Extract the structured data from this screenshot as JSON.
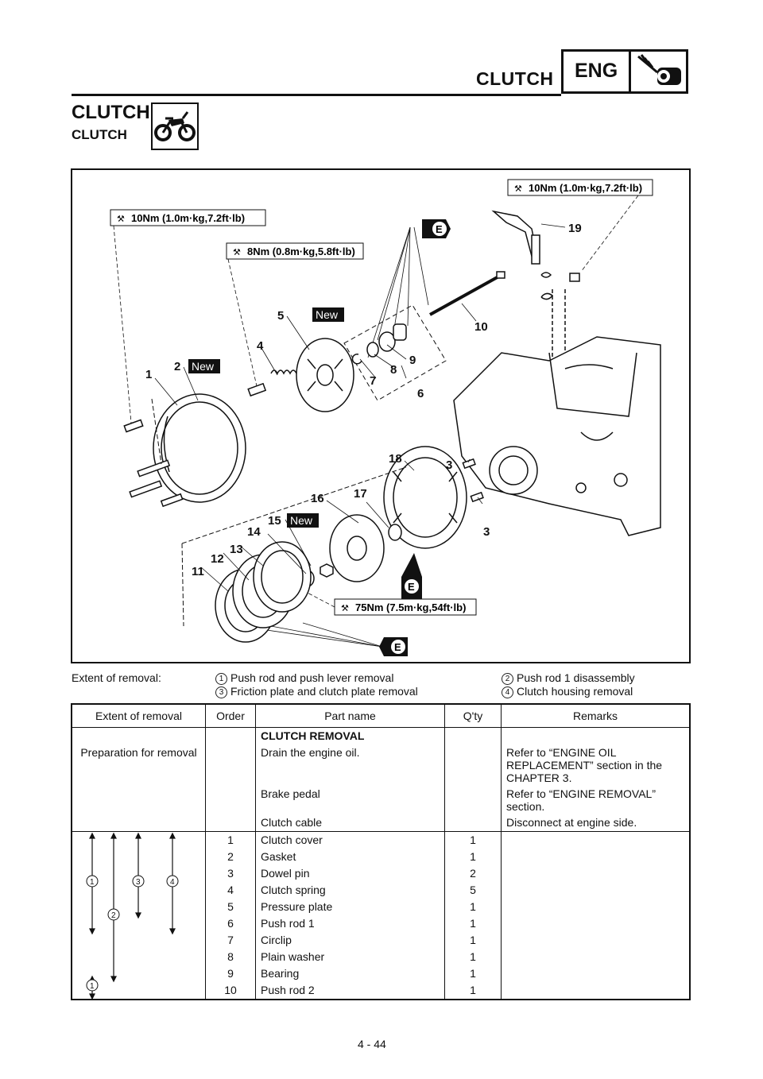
{
  "header": {
    "section": "CLUTCH",
    "engine_tag": "ENG"
  },
  "page": {
    "title": "CLUTCH",
    "subtitle": "CLUTCH",
    "number": "4 - 44"
  },
  "diagram": {
    "torque": [
      "10Nm (1.0m·kg,7.2ft·lb)",
      "8Nm (0.8m·kg,5.8ft·lb)",
      "10Nm (1.0m·kg,7.2ft·lb)",
      "75Nm (7.5m·kg,54ft·lb)"
    ],
    "new_label": "New",
    "oil_mark": "E",
    "callouts": [
      "1",
      "2",
      "3",
      "3",
      "4",
      "5",
      "6",
      "7",
      "8",
      "9",
      "10",
      "11",
      "12",
      "13",
      "14",
      "15",
      "16",
      "17",
      "18",
      "19"
    ]
  },
  "extent": {
    "label": "Extent of removal:",
    "items": [
      {
        "num": "1",
        "text": "Push rod and push lever removal"
      },
      {
        "num": "2",
        "text": "Push rod 1 disassembly"
      },
      {
        "num": "3",
        "text": "Friction plate and clutch plate removal"
      },
      {
        "num": "4",
        "text": "Clutch housing removal"
      }
    ]
  },
  "table": {
    "headers": [
      "Extent of removal",
      "Order",
      "Part name",
      "Q'ty",
      "Remarks"
    ],
    "prep": [
      {
        "extent": "",
        "part": "CLUTCH REMOVAL",
        "remarks": ""
      },
      {
        "extent": "Preparation for removal",
        "part": "Drain the engine oil.",
        "remarks": "Refer to “ENGINE OIL REPLACEMENT” section in the CHAPTER 3."
      },
      {
        "extent": "",
        "part": "Brake pedal",
        "remarks": "Refer to “ENGINE REMOVAL” section."
      },
      {
        "extent": "",
        "part": "Clutch cable",
        "remarks": "Disconnect at engine side."
      }
    ],
    "rows": [
      {
        "order": "1",
        "part": "Clutch cover",
        "qty": "1"
      },
      {
        "order": "2",
        "part": "Gasket",
        "qty": "1"
      },
      {
        "order": "3",
        "part": "Dowel pin",
        "qty": "2"
      },
      {
        "order": "4",
        "part": "Clutch spring",
        "qty": "5"
      },
      {
        "order": "5",
        "part": "Pressure plate",
        "qty": "1"
      },
      {
        "order": "6",
        "part": "Push rod 1",
        "qty": "1"
      },
      {
        "order": "7",
        "part": "Circlip",
        "qty": "1"
      },
      {
        "order": "8",
        "part": "Plain washer",
        "qty": "1"
      },
      {
        "order": "9",
        "part": "Bearing",
        "qty": "1"
      },
      {
        "order": "10",
        "part": "Push rod 2",
        "qty": "1"
      }
    ],
    "extent_markers": [
      "1",
      "2",
      "3",
      "4",
      "1"
    ]
  }
}
